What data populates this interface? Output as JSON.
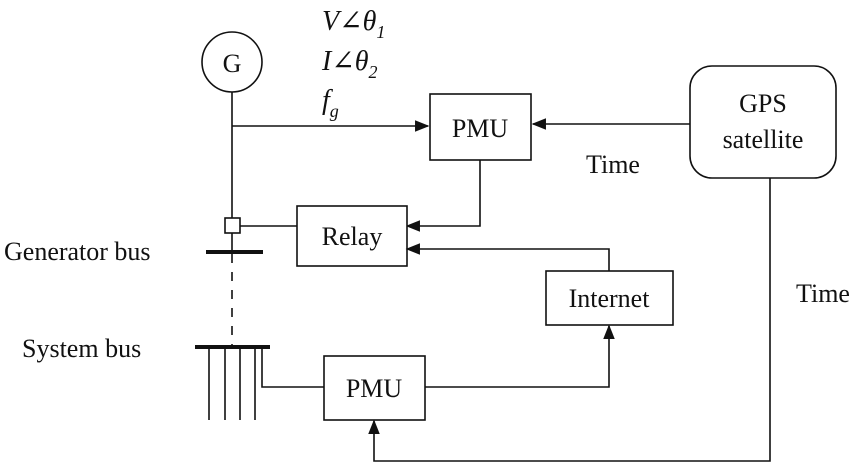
{
  "generator": {
    "symbol": "G"
  },
  "measurements": {
    "voltage": "V∠θ",
    "voltage_sub": "1",
    "current": "I∠θ",
    "current_sub": "2",
    "frequency": "f",
    "frequency_sub": "g"
  },
  "blocks": {
    "pmu_top": "PMU",
    "pmu_bottom": "PMU",
    "relay": "Relay",
    "internet": "Internet",
    "gps_line1": "GPS",
    "gps_line2": "satellite"
  },
  "labels": {
    "time_top": "Time",
    "time_right": "Time",
    "generator_bus": "Generator bus",
    "system_bus": "System bus"
  }
}
